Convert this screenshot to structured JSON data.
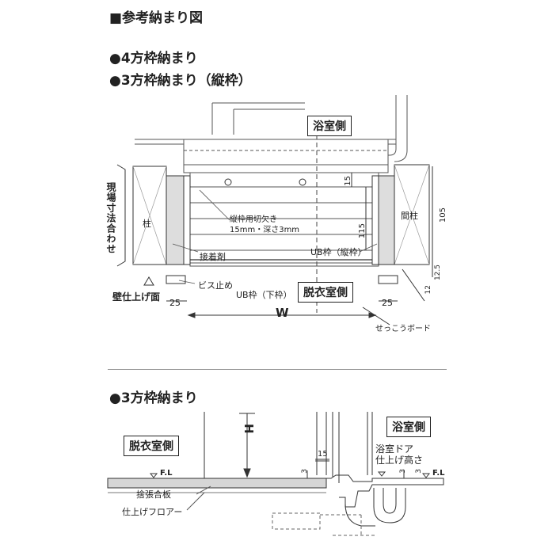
{
  "headings": {
    "main": "■参考納まり図",
    "sub1": "●4方枠納まり",
    "sub2": "●3方枠納まり（縦枠）",
    "sub3": "●3方枠納まり"
  },
  "top_diagram": {
    "bathroom_side": "浴室側",
    "dressing_side": "脱衣室側",
    "site_fit": "現場寸法合わせ",
    "column": "柱",
    "stud": "間柱",
    "notch_label_1": "縦枠用切欠き",
    "notch_label_2": "15mm・深さ3mm",
    "adhesive": "接着剤",
    "screw_stop": "ビス止め",
    "ub_frame_vertical": "UB枠（縦枠）",
    "ub_frame_bottom": "UB枠（下枠）",
    "wall_finish": "壁仕上げ面",
    "gypsum": "せっこうボード",
    "width": "W",
    "dim_25_left": "25",
    "dim_25_right": "25",
    "dim_105": "105",
    "dim_115": "115",
    "dim_15": "15",
    "dim_12_5": "12.5",
    "dim_12": "12"
  },
  "bottom_diagram": {
    "bathroom_side": "浴室側",
    "dressing_side": "脱衣室側",
    "height": "H",
    "fl_left": "F.L",
    "fl_right": "F.L",
    "plywood": "捨張合板",
    "flooring": "仕上げフロアー",
    "door_height_1": "浴室ドア",
    "door_height_2": "仕上げ高さ",
    "dim_15": "15",
    "dim_3a": "3",
    "dim_3b": "3",
    "dim_3c": "3"
  }
}
